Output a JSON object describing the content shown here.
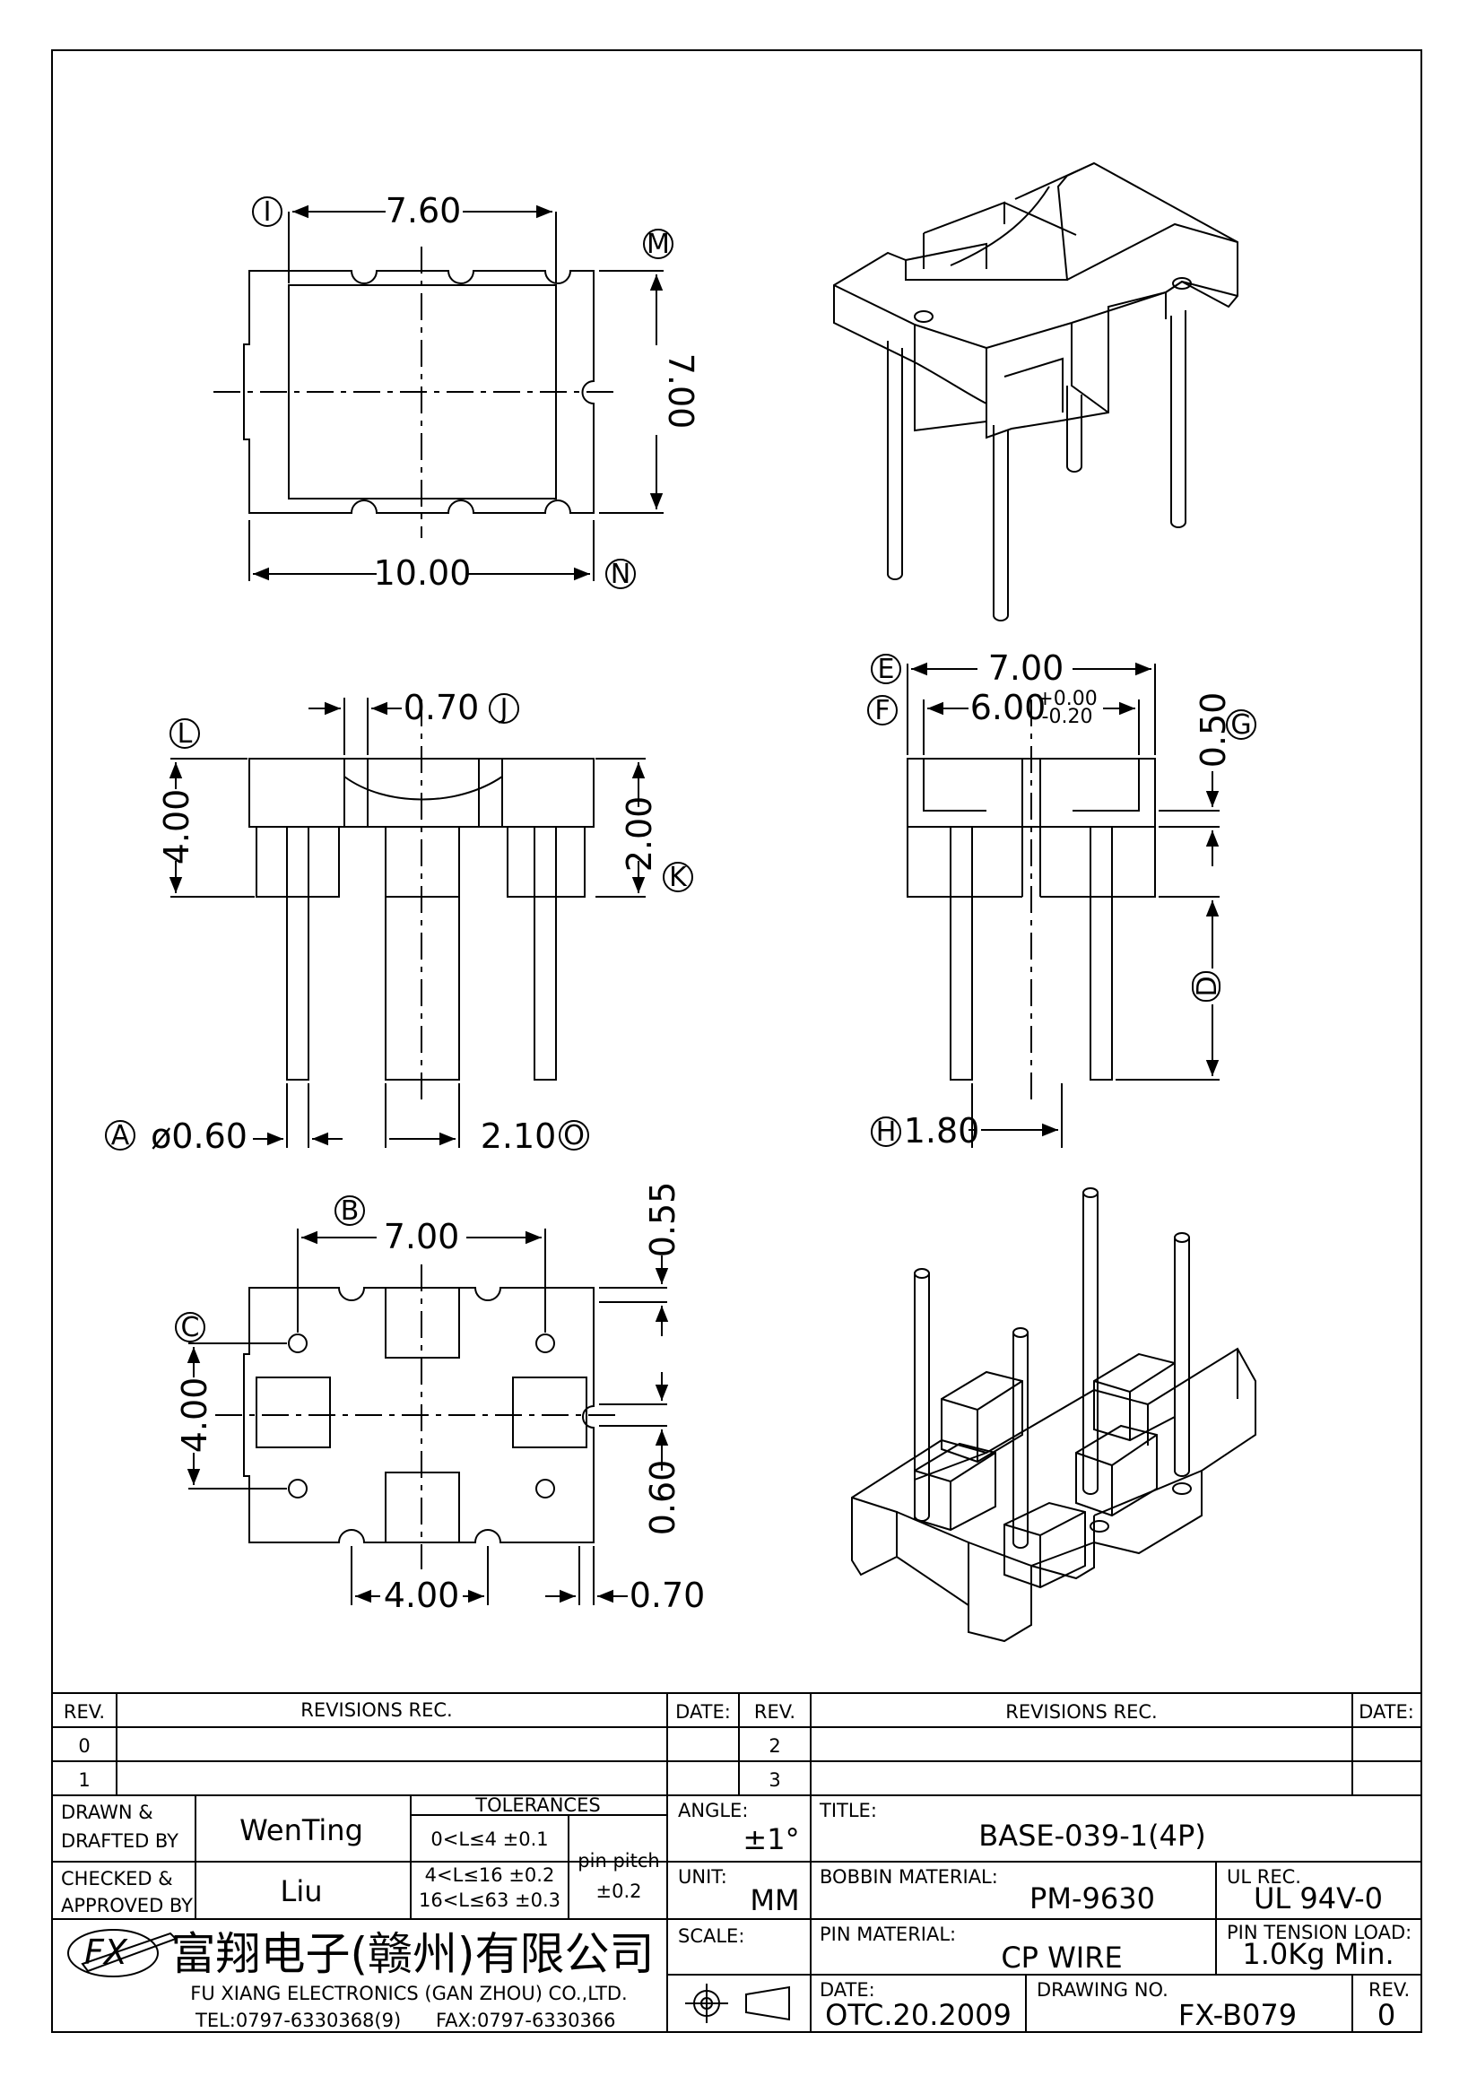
{
  "dimensions": {
    "top_width": "7.60",
    "top_height": "7.00",
    "top_overall": "10.00",
    "side_height": "4.00",
    "slot_width": "0.70",
    "pin_length_upper": "2.00",
    "pin_diameter": "ø0.60",
    "pin_spacing": "2.10",
    "end_width": "7.00",
    "end_inner": "6.00",
    "end_tol_plus": "+0.00",
    "end_tol_minus": "-0.20",
    "end_wall": "0.50",
    "end_pin_offset": "1.80",
    "bottom_width": "7.00",
    "bottom_height": "4.00",
    "bottom_notch": "0.55",
    "bottom_slot": "0.60",
    "bottom_pitch": "4.00",
    "bottom_edge": "0.70"
  },
  "markers": [
    "I",
    "M",
    "N",
    "L",
    "J",
    "K",
    "E",
    "F",
    "G",
    "D",
    "A",
    "O",
    "H",
    "B",
    "C"
  ],
  "title_block": {
    "rev_header": "REV.",
    "revisions_header": "REVISIONS    REC.",
    "date_header": "DATE:",
    "rev_rows": [
      "0",
      "1"
    ],
    "rev_rows_right": [
      "2",
      "3"
    ],
    "drawn_label": "DRAWN  &\nDRAFTED BY",
    "drawn_line1": "DRAWN  &",
    "drawn_line2": "DRAFTED BY",
    "drawn_by": "WenTing",
    "checked_line1": "CHECKED  &",
    "checked_line2": "APPROVED BY",
    "checked_by": "Liu",
    "tolerances_label": "TOLERANCES",
    "tol_1": "0<L≤4     ±0.1",
    "tol_2": "4<L≤16   ±0.2",
    "tol_3": "16<L≤63  ±0.3",
    "pin_pitch_label": "pin  pitch",
    "pin_pitch_value": "±0.2",
    "angle_label": "ANGLE:",
    "angle_value": "±1°",
    "unit_label": "UNIT:",
    "unit_value": "MM",
    "scale_label": "SCALE:",
    "title_label": "TITLE:",
    "title_value": "BASE-039-1(4P)",
    "bobbin_label": "BOBBIN  MATERIAL:",
    "bobbin_value": "PM-9630",
    "ul_label": "UL  REC.",
    "ul_value": "UL  94V-0",
    "pin_material_label": "PIN  MATERIAL:",
    "pin_material_value": "CP  WIRE",
    "pin_tension_label": "PIN  TENSION  LOAD:",
    "pin_tension_value": "1.0Kg  Min.",
    "date_label": "DATE:",
    "date_value": "OTC.20.2009",
    "drawing_no_label": "DRAWING  NO.",
    "drawing_no_value": "FX-B079",
    "rev_label": "REV.",
    "rev_value": "0",
    "company_cn": "富翔电子(赣州)有限公司",
    "company_en": "FU  XIANG  ELECTRONICS  (GAN  ZHOU)  CO.,LTD.",
    "tel": "TEL:0797-6330368(9)",
    "fax": "FAX:0797-6330366",
    "logo_text": "FX"
  }
}
